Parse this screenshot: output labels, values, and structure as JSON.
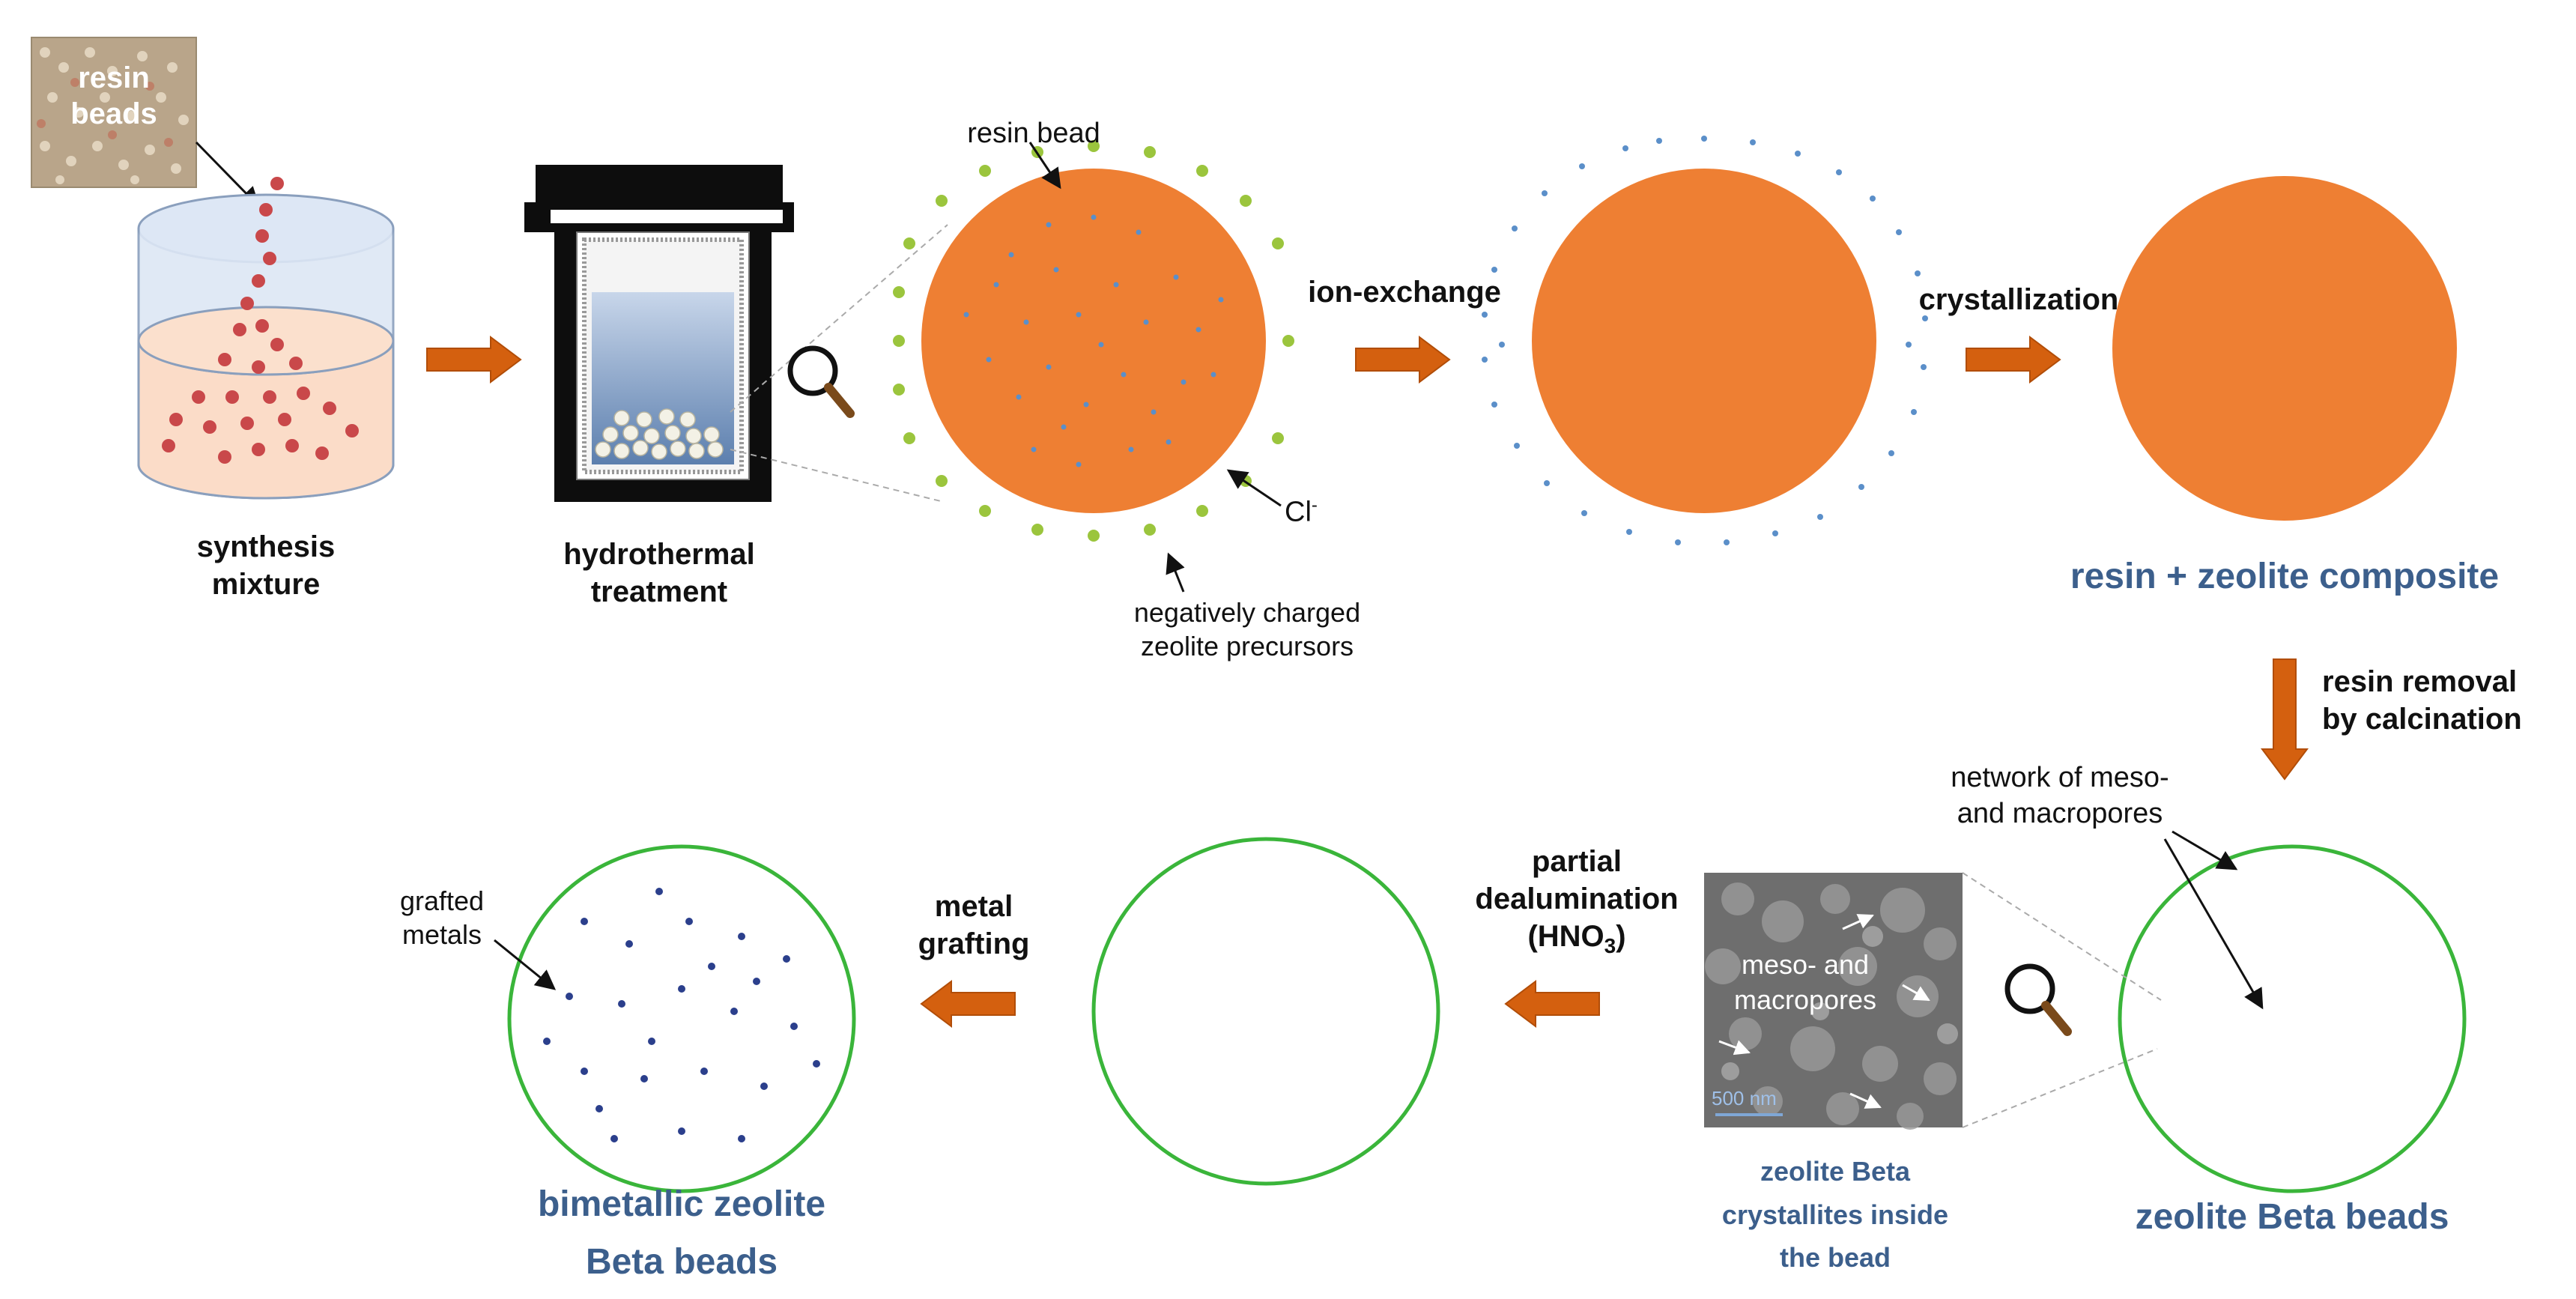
{
  "labels": {
    "resin_beads_photo": "resin beads",
    "synthesis_1": "synthesis",
    "synthesis_2": "mixture",
    "hydrothermal_1": "hydrothermal",
    "hydrothermal_2": "treatment",
    "resin_bead": "resin bead",
    "chloride": "Cl",
    "chloride_sup": "-",
    "precursors_1": "negatively charged",
    "precursors_2": "zeolite precursors",
    "ion_exchange": "ion-exchange",
    "crystallization": "crystallization",
    "composite": "resin + zeolite composite",
    "resin_removal_1": "resin removal",
    "resin_removal_2": "by calcination",
    "network_1": "network of meso-",
    "network_2": "and macropores",
    "sem_label_1": "meso- and",
    "sem_label_2": "macropores",
    "sem_scale": "500 nm",
    "crystallites_1": "zeolite Beta",
    "crystallites_2": "crystallites inside",
    "crystallites_3": "the bead",
    "beta_beads": "zeolite Beta beads",
    "dealum_1": "partial",
    "dealum_2": "dealumination",
    "dealum_3_pre": "(HNO",
    "dealum_3_sub": "3",
    "dealum_3_post": ")",
    "metal_grafting_1": "metal",
    "metal_grafting_2": "grafting",
    "grafted_1": "grafted",
    "grafted_2": "metals",
    "bimetallic_1": "bimetallic zeolite",
    "bimetallic_2": "Beta beads"
  },
  "colors": {
    "arrow": "#d4600f",
    "resin": "#ee7f33",
    "zeolite": "#3ab53a",
    "zeolite_light": "#8fd23a",
    "precursor": "#9bc53d",
    "ion_dot": "#5b8fc9",
    "title_blue": "#3c5f8c",
    "metal_dot": "#2b3f8c"
  }
}
